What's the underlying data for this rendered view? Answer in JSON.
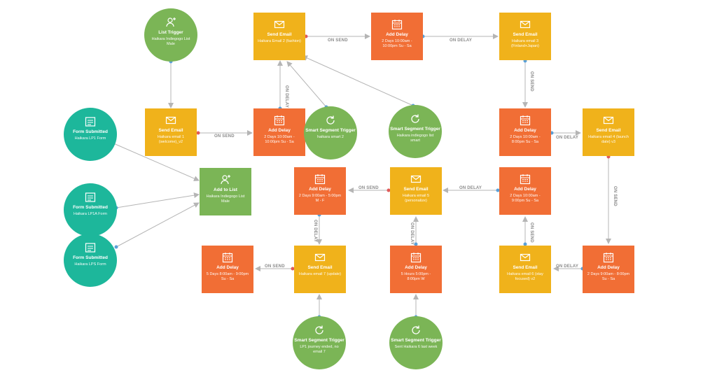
{
  "nodes": {
    "list_trigger": {
      "title": "List Trigger",
      "sub": "Haikara Indiegogo List Male",
      "icon": "user-add-icon"
    },
    "form1": {
      "title": "Form Submitted",
      "sub": "Haikara LP1 Form",
      "icon": "form-icon"
    },
    "form2": {
      "title": "Form Submitted",
      "sub": "Haikara LP1A Form",
      "icon": "form-icon"
    },
    "form3": {
      "title": "Form Submitted",
      "sub": "Haikara LPS Form",
      "icon": "form-icon"
    },
    "add_list": {
      "title": "Add to List",
      "sub": "Haikara Indiegogo List Male",
      "icon": "user-add-icon"
    },
    "se1": {
      "title": "Send Email",
      "sub": "Haikara email 1 (welcome)_v2",
      "icon": "envelope-icon"
    },
    "ad1": {
      "title": "Add Delay",
      "sub": "2 Days 10:00am - 10:00pm Su - Sa",
      "icon": "calendar-icon"
    },
    "sst1": {
      "title": "Smart Segment Trigger",
      "sub": "haikara smart 2",
      "icon": "refresh-icon"
    },
    "se2": {
      "title": "Send Email",
      "sub": "Haikara Email 2 (fashion)",
      "icon": "envelope-icon"
    },
    "ad2": {
      "title": "Add Delay",
      "sub": "2 Days 10:00am - 10:00pm Su - Sa",
      "icon": "calendar-icon"
    },
    "se3": {
      "title": "Send Email",
      "sub": "Haikara email 3 (Finland+Japan)",
      "icon": "envelope-icon"
    },
    "sst2": {
      "title": "Smart Segment Trigger",
      "sub": "Haikara indiegogo list smart",
      "icon": "refresh-icon"
    },
    "ad3": {
      "title": "Add Delay",
      "sub": "2 Days 10:00am - 8:00pm Su - Sa",
      "icon": "calendar-icon"
    },
    "se4": {
      "title": "Send Email",
      "sub": "Haikara email 4 (launch date) v3",
      "icon": "envelope-icon"
    },
    "ad4": {
      "title": "Add Delay",
      "sub": "2 Days 9:00am - 5:00pm M - F",
      "icon": "calendar-icon"
    },
    "se5": {
      "title": "Send Email",
      "sub": "Haikara email 5 (personalize)",
      "icon": "envelope-icon"
    },
    "ad5": {
      "title": "Add Delay",
      "sub": "2 Days 10:00am - 9:00pm Su - Sa",
      "icon": "calendar-icon"
    },
    "ad6": {
      "title": "Add Delay",
      "sub": "5 Days 8:00am - 9:00pm Su - Sa",
      "icon": "calendar-icon"
    },
    "se7": {
      "title": "Send Email",
      "sub": "Haikara email 7 (update)",
      "icon": "envelope-icon"
    },
    "ad7": {
      "title": "Add Delay",
      "sub": "5 Hours 5:00pm - 8:00pm W",
      "icon": "calendar-icon"
    },
    "se6": {
      "title": "Send Email",
      "sub": "Haikara email 6 (stay focused) v2",
      "icon": "envelope-icon"
    },
    "ad8": {
      "title": "Add Delay",
      "sub": "2 Days 9:00am - 8:00pm Su - Sa",
      "icon": "calendar-icon"
    },
    "sst3": {
      "title": "Smart Segment Trigger",
      "sub": "LP1 journey ended, no email 7",
      "icon": "refresh-icon"
    },
    "sst4": {
      "title": "Smart Segment Trigger",
      "sub": "Sent Haikara 6 last week",
      "icon": "refresh-icon"
    }
  },
  "edge_labels": {
    "on_send": "ON SEND",
    "on_delay": "ON DELAY"
  },
  "colors": {
    "email": "#f0b21b",
    "delay": "#f16e35",
    "green": "#7bb556",
    "teal": "#1db79b",
    "edge": "#b5b5b5",
    "label": "#8a8a8a"
  }
}
